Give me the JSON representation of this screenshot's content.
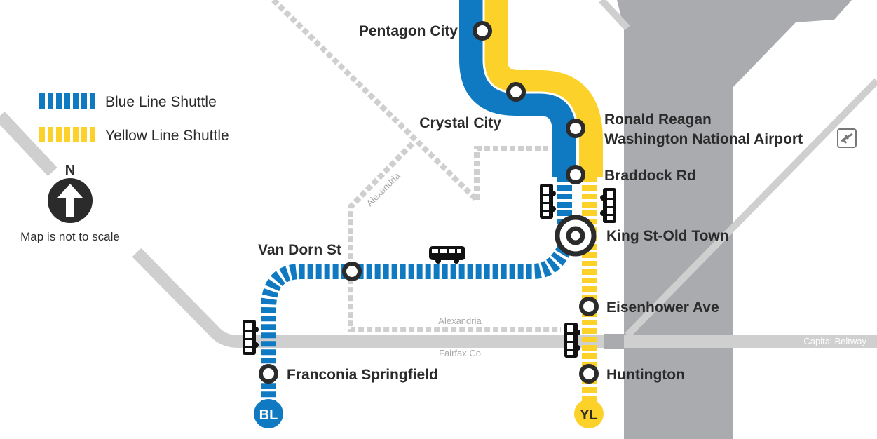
{
  "legend": {
    "blue_label": "Blue Line Shuttle",
    "yellow_label": "Yellow Line Shuttle"
  },
  "compass": {
    "letter": "N",
    "note": "Map is not to scale"
  },
  "stations": {
    "pentagon_city": "Pentagon City",
    "crystal_city": "Crystal City",
    "reagan_line1": "Ronald Reagan",
    "reagan_line2": "Washington National Airport",
    "braddock": "Braddock Rd",
    "king_st": "King St-Old Town",
    "van_dorn": "Van Dorn St",
    "eisenhower": "Eisenhower Ave",
    "huntington": "Huntington",
    "franconia": "Franconia Springfield"
  },
  "line_badges": {
    "blue": "BL",
    "yellow": "YL"
  },
  "boundaries": {
    "alexandria_diag": "Alexandria",
    "alexandria": "Alexandria",
    "fairfax": "Fairfax Co"
  },
  "roads": {
    "beltway": "Capital Beltway"
  },
  "icons": [
    "airport-icon",
    "bus-icon",
    "north-arrow-icon"
  ],
  "colors": {
    "blue": "#0f7ac2",
    "yellow": "#fcd12a",
    "road": "#cfcfcf",
    "river": "#a9abae",
    "station": "#2b2b2b"
  }
}
